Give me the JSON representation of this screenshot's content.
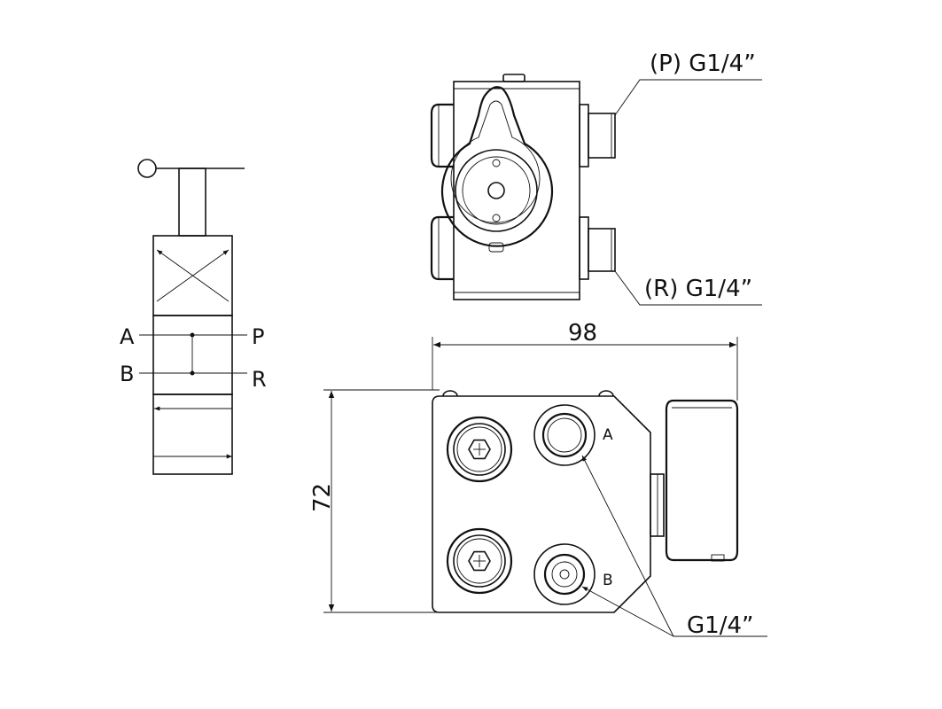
{
  "symbol": {
    "ports": {
      "a": "A",
      "b": "B",
      "p": "P",
      "r": "R"
    }
  },
  "top_view": {
    "port_p_label": "(P) G1/4”",
    "port_r_label": "(R) G1/4”"
  },
  "front_view": {
    "width_dim": "98",
    "height_dim": "72",
    "port_a_mark": "A",
    "port_b_mark": "B",
    "thread_label": "G1/4”"
  }
}
